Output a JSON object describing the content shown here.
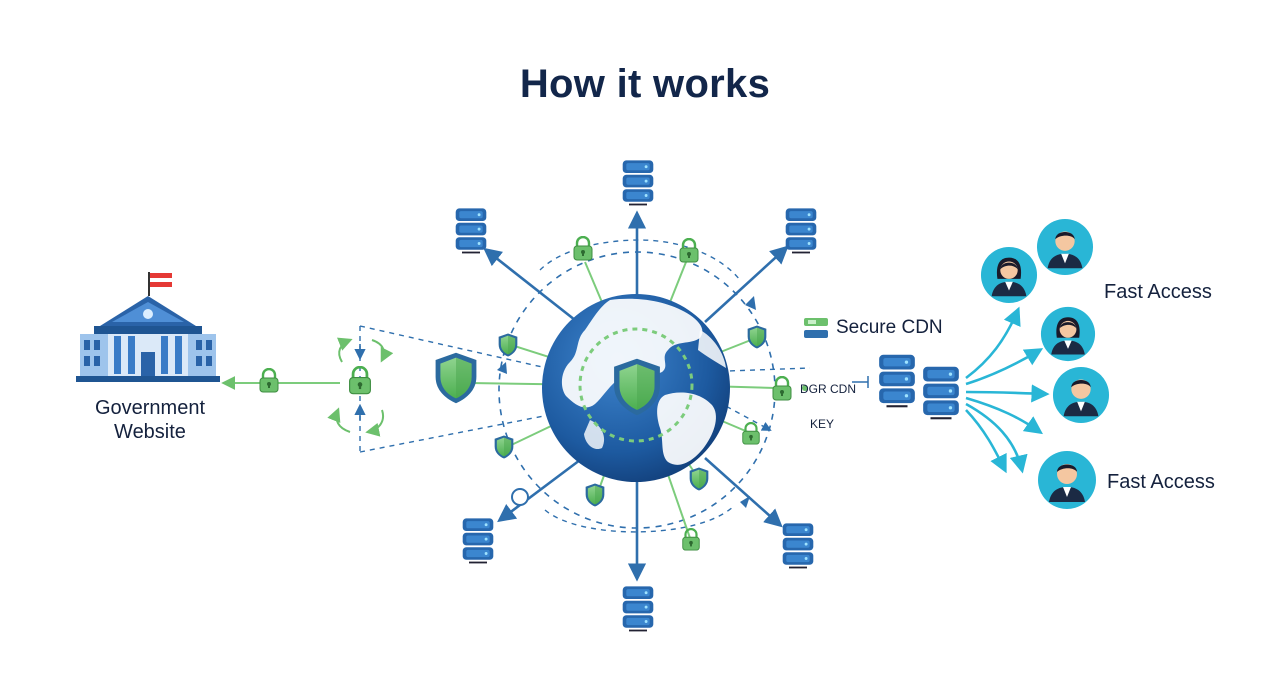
{
  "page": {
    "title": "How it works"
  },
  "labels": {
    "government_website": [
      "Government",
      "Website"
    ],
    "fast_access_top": "Fast Access",
    "fast_access_bottom": "Fast Access",
    "secure_cdn": "Secure CDN",
    "mini_cdn": "DGR CDN",
    "key": "KEY"
  },
  "colors": {
    "primary_blue": "#1f5fa3",
    "arrow_blue": "#2f6fad",
    "secure_green": "#5cb85c",
    "light_green": "#8fd18f",
    "user_cyan": "#29b6d6",
    "dark_navy": "#12264a"
  },
  "icons": {
    "building": "government-building-icon",
    "globe": "globe-icon",
    "shield": "shield-icon",
    "lock": "lock-icon",
    "server": "server-icon",
    "user": "user-avatar-icon"
  }
}
